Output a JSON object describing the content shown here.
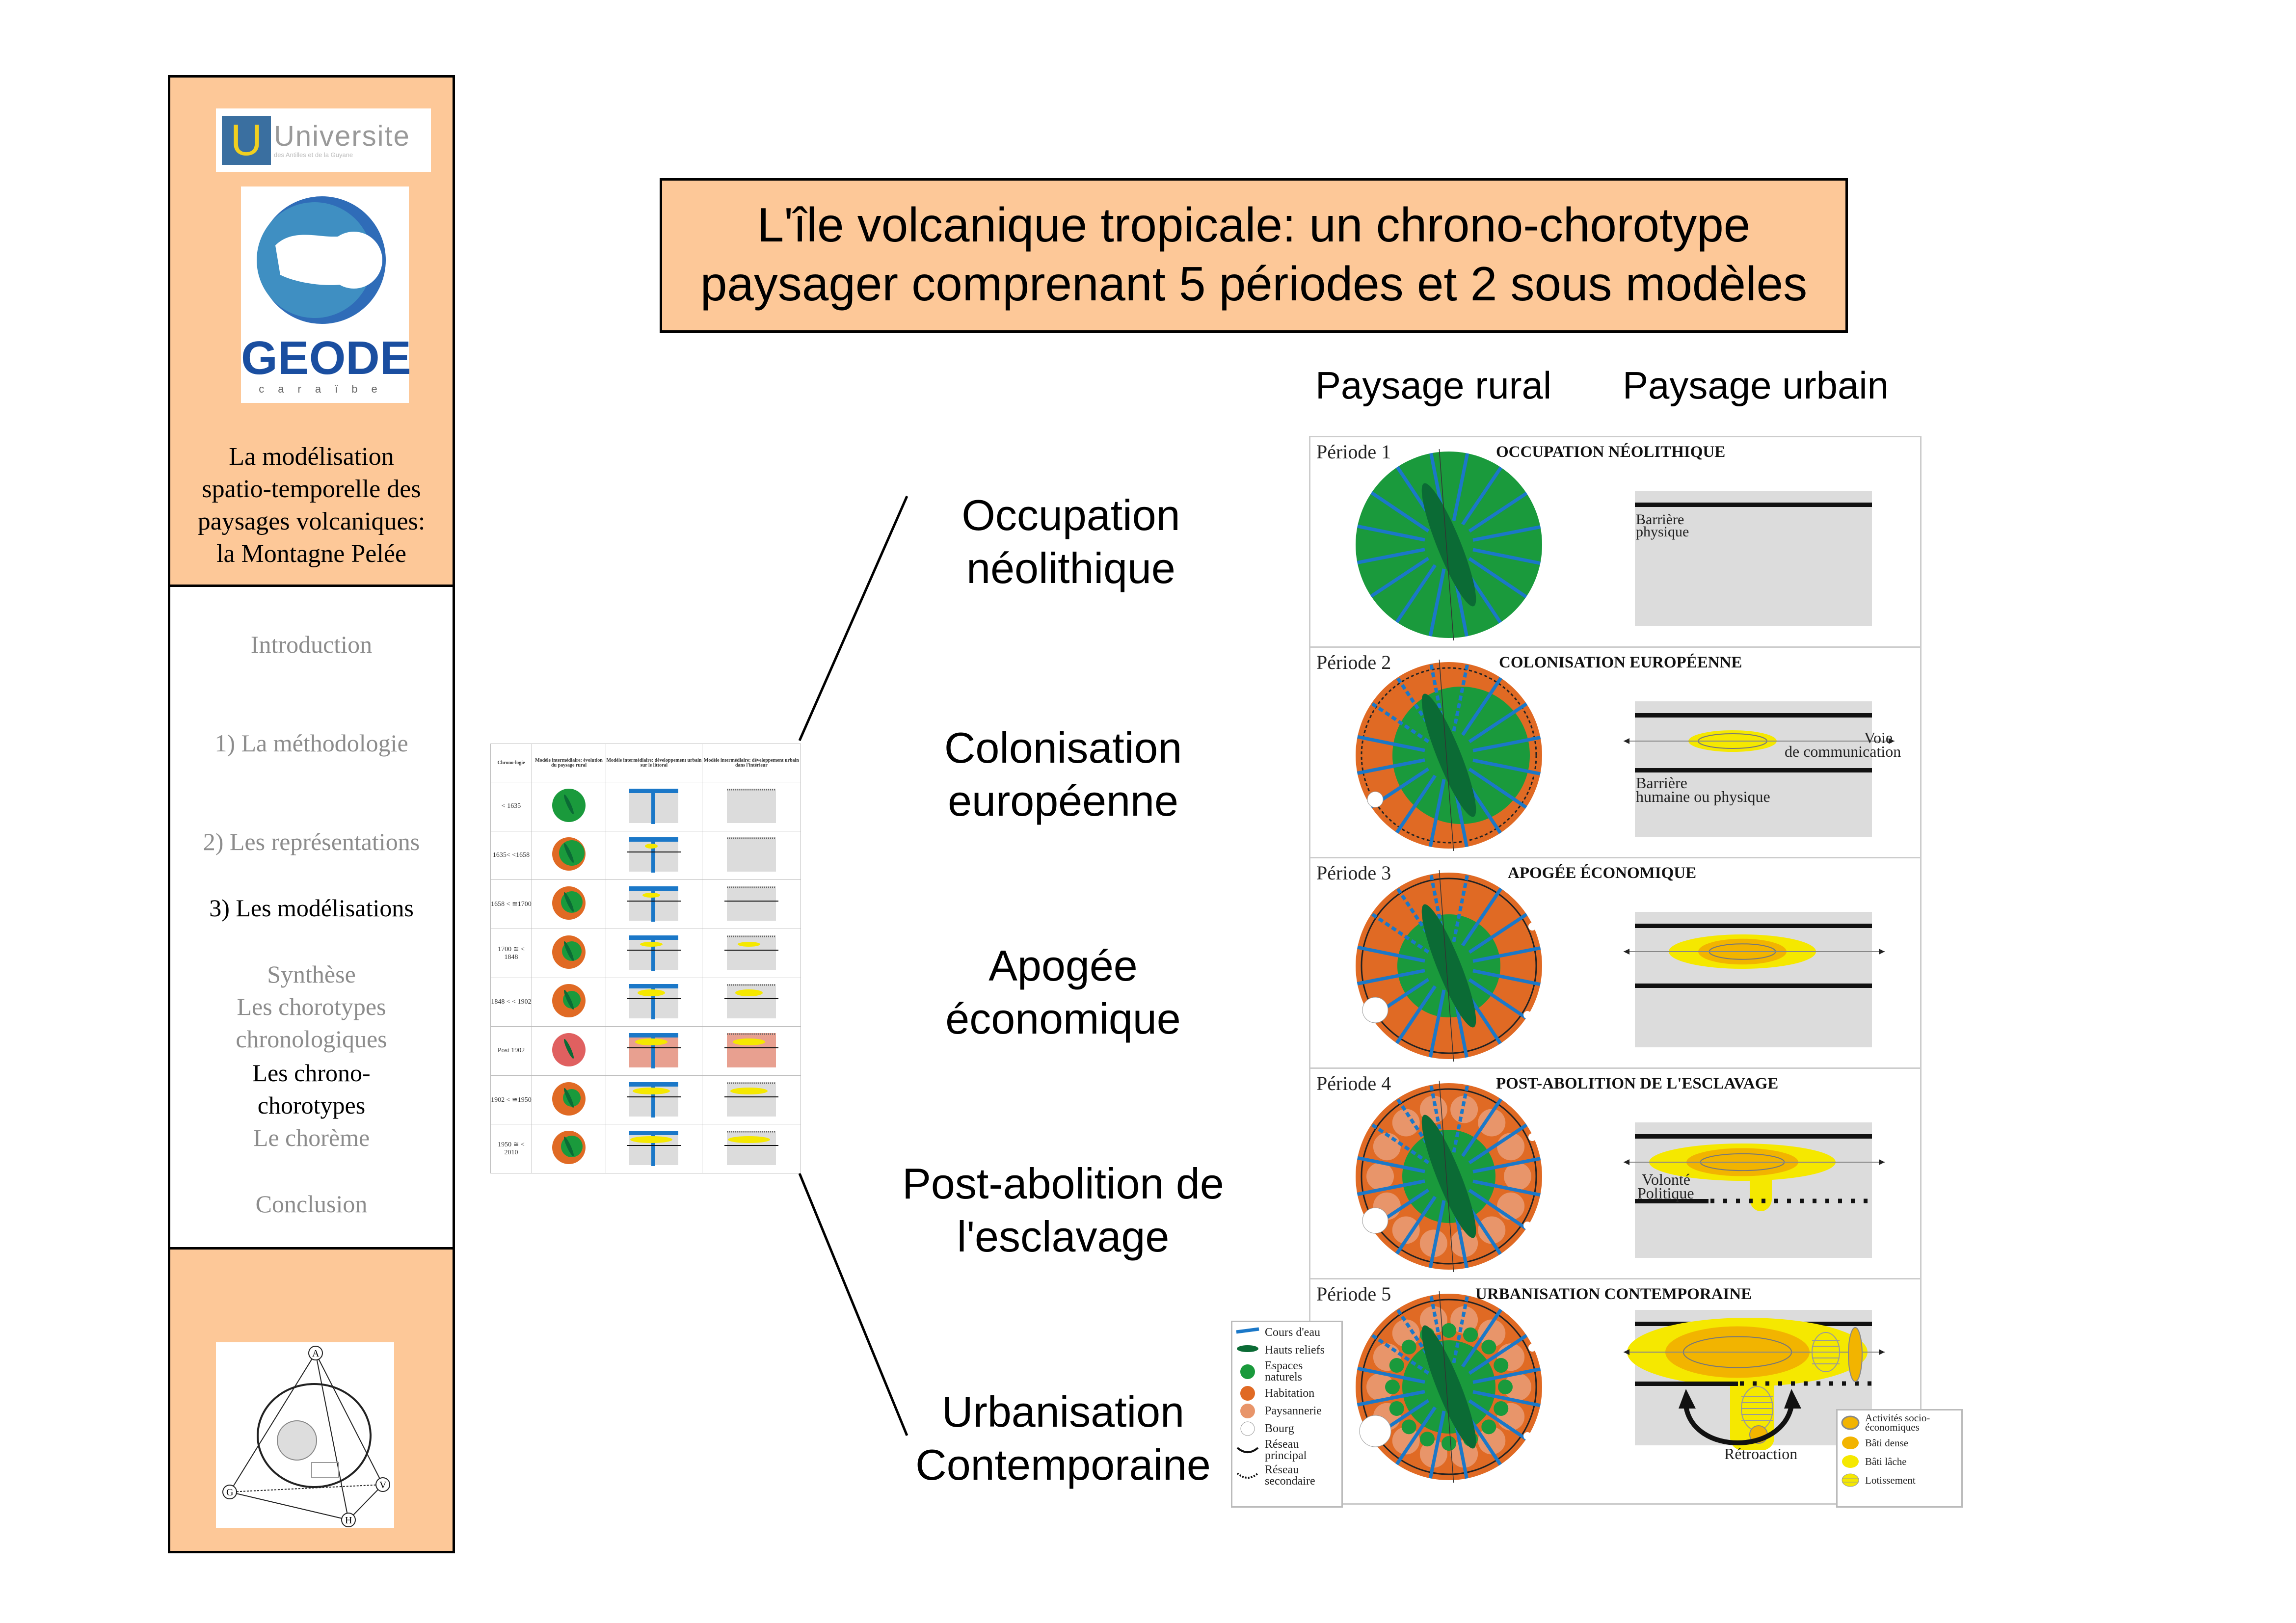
{
  "sidebar": {
    "logo_university": "Universite",
    "logo_university_sub": "des Antilles et de la Guyane",
    "logo_geode": "GEODE",
    "logo_geode_sub": "caraïbe",
    "title_lines": [
      "La modélisation",
      "spatio-temporelle des",
      "paysages volcaniques:",
      "la Montagne Pelée"
    ],
    "nav": [
      {
        "label": "Introduction",
        "active": false
      },
      {
        "label": "1) La méthodologie",
        "active": false
      },
      {
        "label": "2) Les représentations",
        "active": false
      },
      {
        "label": "3) Les modélisations",
        "active": true
      },
      {
        "label": "Synthèse",
        "active": false
      },
      {
        "label": "Les chorotypes",
        "active": false
      },
      {
        "label": "chronologiques",
        "active": false
      },
      {
        "label": "Les  chrono-",
        "active": true
      },
      {
        "label": "chorotypes",
        "active": true
      },
      {
        "label": "Le chorème",
        "active": false
      },
      {
        "label": "Conclusion",
        "active": false
      }
    ],
    "triangle_nodes": [
      "A",
      "G",
      "V",
      "H"
    ]
  },
  "title_lines": [
    "L'île volcanique tropicale: un chrono-chorotype",
    "paysager comprenant 5 périodes et 2 sous modèles"
  ],
  "columns": {
    "rural": "Paysage rural",
    "urbain": "Paysage urbain"
  },
  "period_names": [
    [
      "Occupation",
      "néolithique"
    ],
    [
      "Colonisation",
      "européenne"
    ],
    [
      "Apogée",
      "économique"
    ],
    [
      "Post-abolition de",
      "l'esclavage"
    ],
    [
      "Urbanisation",
      "Contemporaine"
    ]
  ],
  "periods": [
    {
      "label": "Période 1",
      "title": "OCCUPATION NÉOLITHIQUE",
      "annotations": [
        "Barrière",
        "physique"
      ]
    },
    {
      "label": "Période 2",
      "title": "COLONISATION EUROPÉENNE",
      "annotations": [
        "Voie",
        "de communication",
        "Barrière",
        "humaine ou physique"
      ]
    },
    {
      "label": "Période 3",
      "title": "APOGÉE ÉCONOMIQUE",
      "annotations": []
    },
    {
      "label": "Période 4",
      "title": "POST-ABOLITION DE L'ESCLAVAGE",
      "annotations": [
        "Volonté",
        "Politique"
      ]
    },
    {
      "label": "Période 5",
      "title": "URBANISATION CONTEMPORAINE",
      "annotations": [
        "Rétroaction"
      ]
    }
  ],
  "legend_rural": [
    "Cours d'eau",
    "Hauts reliefs",
    "Espaces naturels",
    "Habitation",
    "Paysannerie",
    "Bourg",
    "Réseau principal",
    "Réseau secondaire"
  ],
  "legend_urban": [
    "Activités socio-économiques",
    "Bâti dense",
    "Bâti lâche",
    "Lotissement"
  ],
  "thumbnail": {
    "headers": [
      "Chrono-logie",
      "Modèle intermédiaire: évolution du paysage rural",
      "Modèle intermédiaire: développement urbain sur le littoral",
      "Modèle intermédiaire: développement urbain dans l'intérieur"
    ],
    "rows": [
      "< 1635",
      "1635< <1658",
      "1658 < ≅1700",
      "1700 ≅ < 1848",
      "1848 < < 1902",
      "Post 1902",
      "1902 < ≅1950",
      "1950 ≅ < 2010"
    ]
  },
  "colors": {
    "orange_bg": "#fdc898",
    "green": "#1a9a3c",
    "dark_green": "#0b6b35",
    "habitation": "#e06a24",
    "paysannerie": "#e8956a",
    "water": "#1b78c8",
    "yellow": "#f5e800",
    "dense": "#f2b400"
  }
}
